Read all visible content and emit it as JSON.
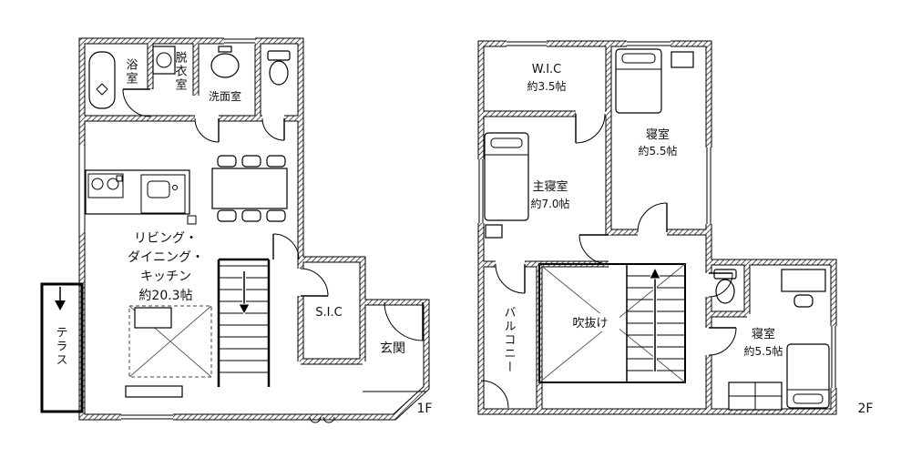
{
  "colors": {
    "wall": "#000000",
    "hatch": "#555555",
    "text": "#111111",
    "background": "#ffffff"
  },
  "floor1": {
    "floor_label": "1F",
    "bath": "浴室",
    "dressing": "脱衣室",
    "washroom": "洗面室",
    "ldk_line1": "リビング・",
    "ldk_line2": "ダイニング・",
    "ldk_line3": "キッチン",
    "ldk_line4": "約20.3帖",
    "terrace": "テラス",
    "shoe_closet": "S.I.C",
    "entrance": "玄関"
  },
  "floor2": {
    "floor_label": "2F",
    "wic_name": "W.I.C",
    "wic_size": "約3.5帖",
    "bedroom_a_name": "寝室",
    "bedroom_a_size": "約5.5帖",
    "master_name": "主寝室",
    "master_size": "約7.0帖",
    "balcony": "バルコニー",
    "void": "吹抜け",
    "bedroom_b_name": "寝室",
    "bedroom_b_size": "約5.5帖"
  }
}
